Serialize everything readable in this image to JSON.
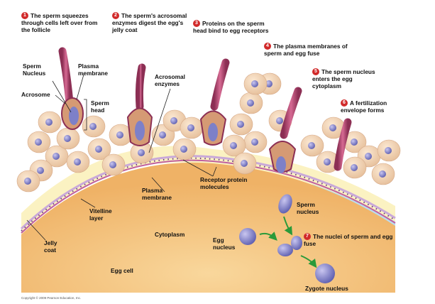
{
  "steps": [
    {
      "number": "1",
      "text": "The sperm squeezes through cells left over from the follicle"
    },
    {
      "number": "2",
      "text": "The sperm's acrosomal enzymes digest the egg's jelly coat"
    },
    {
      "number": "3",
      "text": "Proteins on the sperm head bind to egg receptors"
    },
    {
      "number": "4",
      "text": "The plasma membranes of sperm and egg fuse"
    },
    {
      "number": "5",
      "text": "The sperm nucleus enters the egg cytoplasm"
    },
    {
      "number": "6",
      "text": "A fertilization envelope forms"
    },
    {
      "number": "7",
      "text": "The nuclei of sperm and egg fuse"
    }
  ],
  "labels": {
    "sperm_nucleus": "Sperm Nucleus",
    "plasma_membrane_sperm": "Plasma membrane",
    "acrosome": "Acrosome",
    "sperm_head": "Sperm head",
    "acrosomal_enzymes": "Acrosomal enzymes",
    "receptor_protein_molecules": "Receptor protein molecules",
    "plasma_membrane_egg": "Plasma membrane",
    "vitelline_layer": "Vitelline layer",
    "jelly_coat": "Jelly coat",
    "cytoplasm": "Cytoplasm",
    "egg_nucleus": "Egg nucleus",
    "sperm_nucleus_inside": "Sperm nucleus",
    "egg_cell": "Egg cell",
    "zygote_nucleus": "Zygote nucleus"
  },
  "copyright": "Copyright © 2009 Pearson Education, Inc.",
  "colors": {
    "step_circle": "#d12a2a",
    "egg_cytoplasm": "#f4c27c",
    "jelly_coat": "#fbf2c2",
    "plasma_membrane": "#c060a0",
    "follicle_cell": "#f3d9be",
    "follicle_nucleus": "#8e86c9",
    "sperm_body": "#d59a74",
    "sperm_nucleus": "#7d80c8",
    "arrow": "#2a9a3a",
    "envelope": "#a8d4ea"
  }
}
